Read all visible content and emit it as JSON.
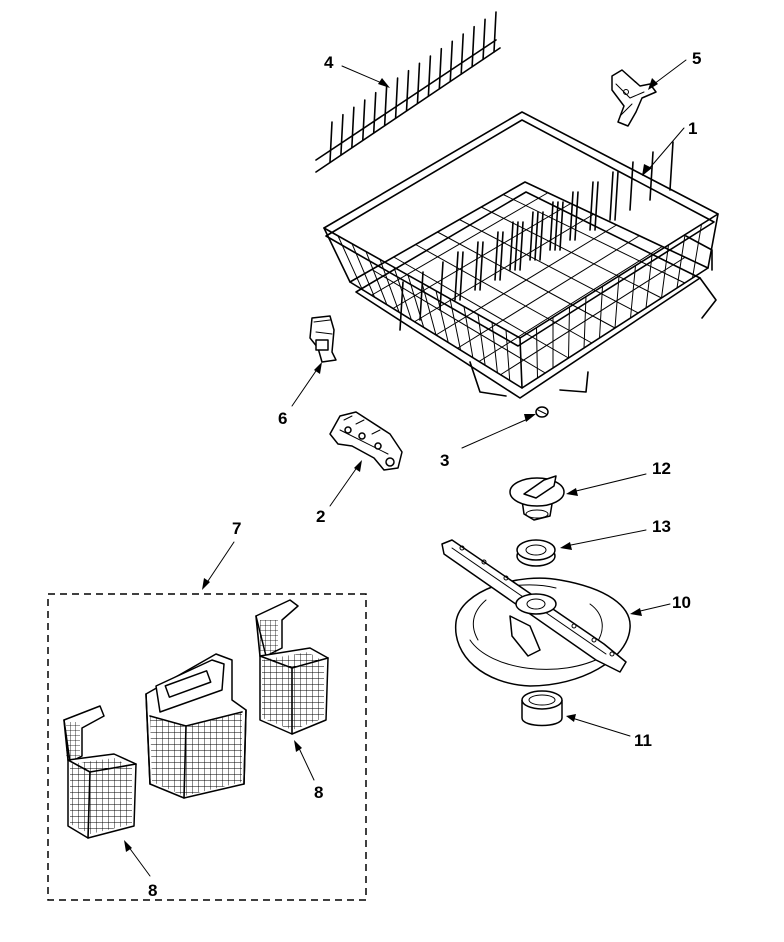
{
  "callouts": [
    {
      "id": "c1",
      "text": "1"
    },
    {
      "id": "c2",
      "text": "2"
    },
    {
      "id": "c3",
      "text": "3"
    },
    {
      "id": "c4",
      "text": "4"
    },
    {
      "id": "c5",
      "text": "5"
    },
    {
      "id": "c6",
      "text": "6"
    },
    {
      "id": "c7",
      "text": "7"
    },
    {
      "id": "c8a",
      "text": "8"
    },
    {
      "id": "c8b",
      "text": "8"
    },
    {
      "id": "c10",
      "text": "10"
    },
    {
      "id": "c11",
      "text": "11"
    },
    {
      "id": "c12",
      "text": "12"
    },
    {
      "id": "c13",
      "text": "13"
    }
  ]
}
